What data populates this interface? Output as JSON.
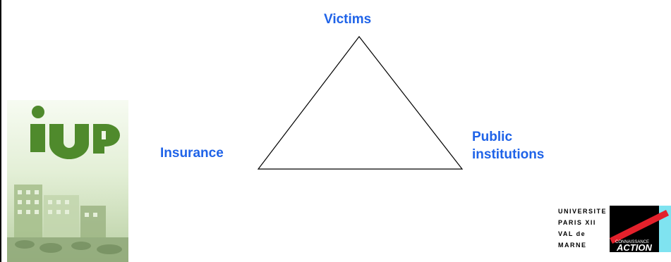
{
  "diagram": {
    "type": "triangle",
    "nodes": {
      "top": "Victims",
      "left": "Insurance",
      "right": "Public institutions"
    },
    "label_color": "#1f63e8",
    "right_label_lines": [
      "Public",
      "institutions"
    ]
  },
  "logos": {
    "iup": {
      "text": "IUP",
      "colors": {
        "green": "#4f8a2c",
        "light_green": "#d7e8c6"
      }
    },
    "university": {
      "lines": [
        "UNIVERSITE",
        "PARIS XII",
        "VAL de",
        "MARNE"
      ],
      "connaissance": "CONNAISSANCE",
      "action": "ACTION",
      "colors": {
        "red": "#e3212b",
        "cyan": "#7fe3f0",
        "black": "#000000"
      }
    }
  }
}
